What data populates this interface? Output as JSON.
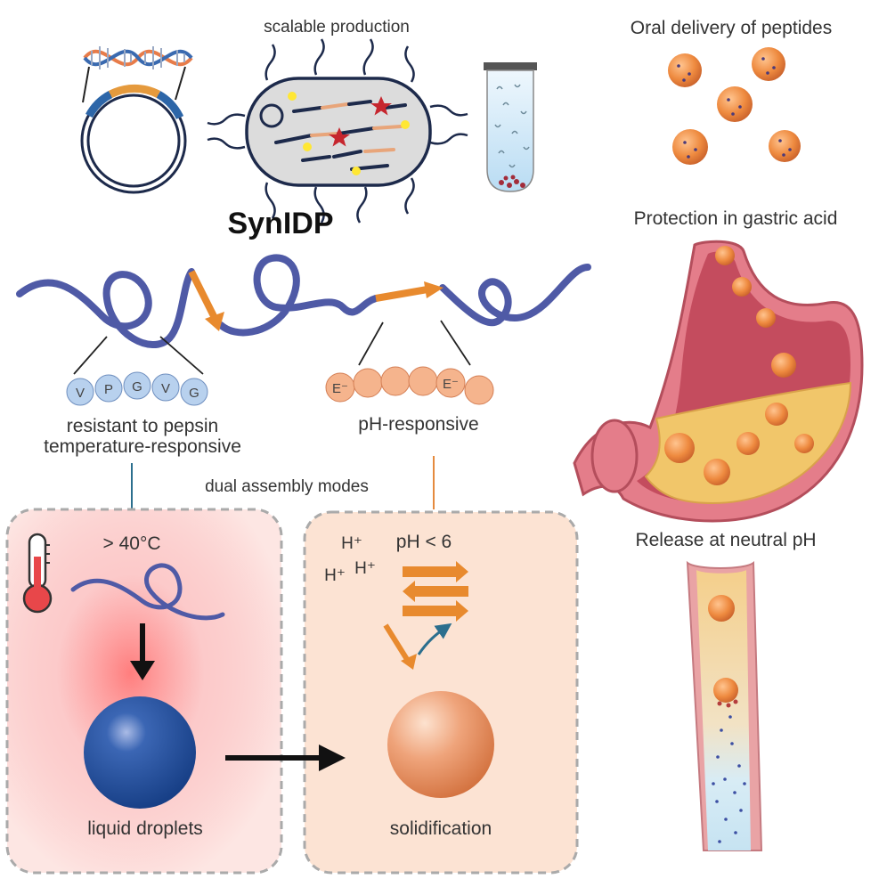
{
  "labels": {
    "scalable_production": "scalable production",
    "title": "SynIDP",
    "oral_delivery": "Oral delivery of peptides",
    "protection": "Protection in gastric acid",
    "release": "Release at neutral pH",
    "resistant": "resistant to pepsin",
    "temperature": "temperature-responsive",
    "ph_responsive": "pH-responsive",
    "dual_modes": "dual assembly modes",
    "temp_condition": "> 40°C",
    "ph_condition": "pH < 6",
    "liquid_droplets": "liquid droplets",
    "solidification": "solidification",
    "proton": "H⁺",
    "glutamate": "E⁻"
  },
  "residues_temperature": [
    "V",
    "P",
    "G",
    "V",
    "G"
  ],
  "colors": {
    "chain_blue": "#4f5aa6",
    "arrow_orange": "#e88a2e",
    "droplet_blue": "#1f4f9c",
    "solid_orange": "#e79a6f",
    "warm_box": "#fde1d8",
    "peach_box": "#fce3d3",
    "divider_teal": "#2c6f8e",
    "divider_orange": "#e58a3e"
  },
  "icons": [
    "plasmid-icon",
    "bacterium-icon",
    "test-tube-icon",
    "thermometer-icon",
    "stomach-icon",
    "intestine-icon"
  ]
}
